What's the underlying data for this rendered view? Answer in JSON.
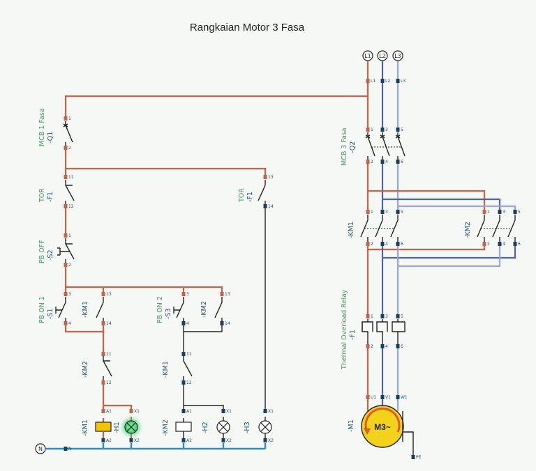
{
  "title": "Rangkaian Motor 3 Fasa",
  "supply": {
    "l1": "L1",
    "l2": "L2",
    "l3": "L3",
    "n": "N"
  },
  "q1": {
    "type": "MCB 1 Fasa",
    "tag": "-Q1"
  },
  "q2": {
    "type": "MCB 3 Fasa",
    "tag": "-Q2"
  },
  "tor_left": {
    "type": "TOR",
    "tag": "-F1"
  },
  "tor_right": {
    "type": "TOR",
    "tag": "-F1"
  },
  "pb_off": {
    "type": "PB OFF",
    "tag": "-S2"
  },
  "pb_on1": {
    "type": "PB ON 1",
    "tag": "-S1"
  },
  "pb_on2": {
    "type": "PB ON 2",
    "tag": "-S3"
  },
  "km1_hold": {
    "tag": "-KM1"
  },
  "km2_hold": {
    "tag": "-KM2"
  },
  "km2_interlock": {
    "tag": "-KM2"
  },
  "km1_interlock": {
    "tag": "-KM1"
  },
  "km1_coil": {
    "tag": "-KM1"
  },
  "km2_coil": {
    "tag": "-KM2"
  },
  "h1": {
    "tag": "-H1"
  },
  "h2": {
    "tag": "-H2"
  },
  "h3": {
    "tag": "-H3"
  },
  "km1_main": {
    "tag": "-KM1"
  },
  "km2_main": {
    "tag": "-KM2"
  },
  "overload": {
    "type": "Thermal Overload Relay",
    "tag": "-F1"
  },
  "motor": {
    "tag": "-M1",
    "label": "M3~",
    "pe": "PE"
  },
  "pins": {
    "p1": "1",
    "p2": "2",
    "p3": "3",
    "p4": "4",
    "p5": "5",
    "p6": "6",
    "p11": "11",
    "p12": "12",
    "p13": "13",
    "p14": "14",
    "a1": "A1",
    "a2": "A2",
    "x1": "X1",
    "x2": "X2",
    "n": "N",
    "u1": "U1",
    "v1": "V1",
    "w1": "W1",
    "l1": "L1",
    "l2": "L2",
    "l3": "L3"
  },
  "colors": {
    "phase_l1": "#c8634a",
    "phase_l2": "#4f62a5",
    "phase_l3": "#9aa3dc",
    "neutral": "#2a8bd6",
    "lamp_on": "#37d36a",
    "coil_on": "#f5c400",
    "motor_fill": "#f2d21b"
  }
}
